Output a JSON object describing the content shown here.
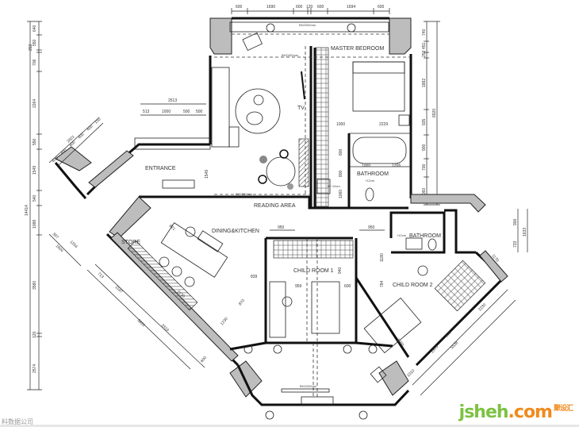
{
  "rooms": {
    "master_bedroom": "MASTER BEDROOM",
    "tv": "TV",
    "reading_area": "READING AREA",
    "entrance": "ENTRANCE",
    "bathroom_master": "BATHROOM",
    "bathroom_2": "BATHROOM",
    "dining_kitchen": "DINING&KITCHEN",
    "store": "STORE",
    "child_room_1": "CHILD ROOM 1",
    "child_room_2": "CHILD ROOM 2"
  },
  "notes": {
    "bh_top": "BH2000mm",
    "bh_master": "BH2400mm",
    "bh_reading": "BH2300mm",
    "bh_bottom": "BH2200mm",
    "bath_level": "+12cm",
    "bath_level_2": "+6~12cm",
    "bath2_level": "+12cm"
  },
  "dims": {
    "top": [
      "600",
      "1690",
      "600",
      "120",
      "600",
      "1694",
      "600"
    ],
    "left": [
      "640",
      "550",
      "253",
      "706",
      "2264",
      "550",
      "1549",
      "540",
      "1088",
      "3580",
      "120",
      "2574"
    ],
    "left_total": "14414",
    "right": [
      "740",
      "451",
      "253",
      "1882",
      "935",
      "900",
      "700",
      "1060"
    ],
    "right_total": "6920",
    "right_bath": [
      "900",
      "733"
    ],
    "right_bath_total": "1633",
    "entrance_top": [
      "513",
      "1000",
      "500",
      "500"
    ],
    "entrance_top_total": "2513",
    "entrance_diag": [
      "400",
      "400",
      "400",
      "400",
      "400",
      "150"
    ],
    "entrance_diag_total": "2601",
    "entrance_side": "1549",
    "master": [
      "1000",
      "2229",
      "1000",
      "1206",
      "800",
      "800",
      "1060"
    ],
    "kitchen": [
      "921",
      "2130",
      "839",
      "870",
      "1230",
      "713",
      "1187",
      "5820",
      "3319",
      "600",
      "397",
      "1204",
      "1604"
    ],
    "child1": [
      "950",
      "959",
      "600",
      "940"
    ],
    "child2": [
      "950",
      "1180",
      "784",
      "1170",
      "2230",
      "1050",
      "1570",
      "1010",
      "5538",
      "600"
    ]
  },
  "footer": {
    "left_text": "料数据公司",
    "logo_text": "jsheh",
    "logo_domain": ".com",
    "logo_cn": "聚设汇"
  },
  "colors": {
    "wall": "#111111",
    "wall_fill": "#bdbdbd",
    "logo_green": "#7cc242",
    "logo_orange": "#f08a1d"
  }
}
